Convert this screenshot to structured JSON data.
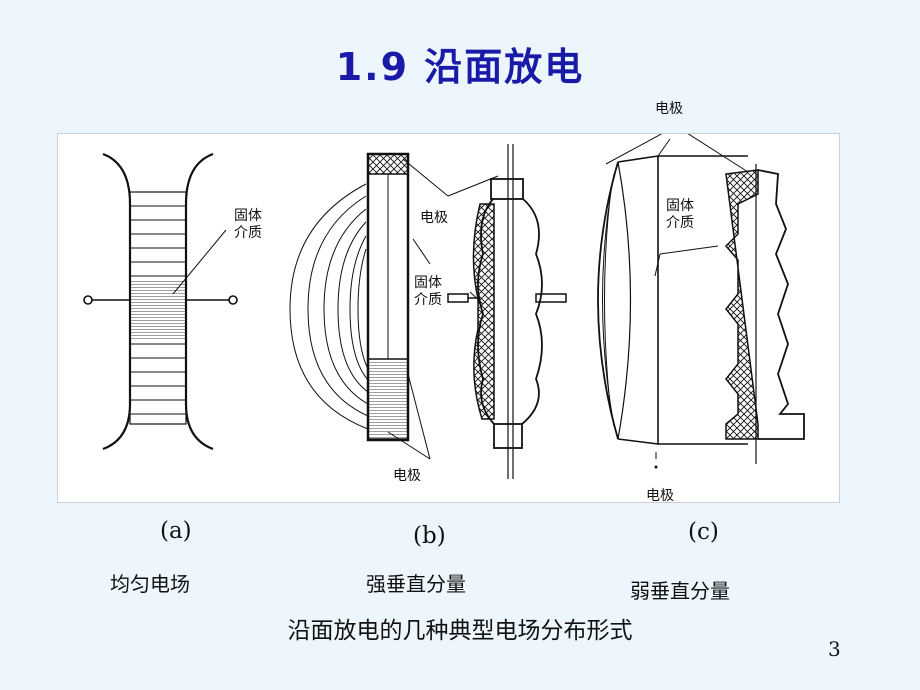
{
  "title": "1.9  沿面放电",
  "figure": {
    "labels": {
      "a_dielectric": "固体\n介质",
      "b_electrode_top": "电极",
      "b_dielectric": "固体\n介质",
      "b_electrode_bottom": "电极",
      "c_electrode_top": "电极",
      "c_dielectric": "固体\n介质",
      "c_electrode_bottom": "电极"
    },
    "panels": [
      {
        "letter": "(a)",
        "caption": "均匀电场"
      },
      {
        "letter": "(b)",
        "caption": "强垂直分量"
      },
      {
        "letter": "(c)",
        "caption": "弱垂直分量"
      }
    ]
  },
  "main_caption": "沿面放电的几种典型电场分布形式",
  "page_number": "3",
  "colors": {
    "background": "#eef6fd",
    "title": "#1a1aa8",
    "drawing": "#111111"
  }
}
